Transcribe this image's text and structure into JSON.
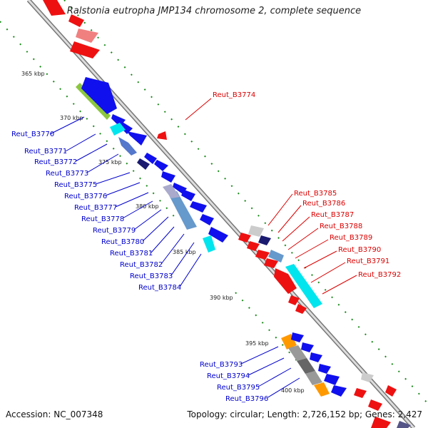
{
  "title": "Ralstonia eutropha JMP134 chromosome 2, complete sequence",
  "footer": {
    "accession": "Accession: NC_007348",
    "topology": "Topology: circular; Length: 2,726,152 bp; Genes: 2,427"
  },
  "colors": {
    "left_labels": "#0000cc",
    "right_labels": "#dd0000"
  },
  "scale": [
    "365 kbp",
    "370 kbp",
    "375 kbp",
    "380 kbp",
    "385 kbp",
    "390 kbp",
    "395 kbp",
    "400 kbp"
  ],
  "left_genes": [
    "Reut_B3770",
    "Reut_B3771",
    "Reut_B3772",
    "Reut_B3773",
    "Reut_B3775",
    "Reut_B3776",
    "Reut_B3777",
    "Reut_B3778",
    "Reut_B3779",
    "Reut_B3780",
    "Reut_B3781",
    "Reut_B3782",
    "Reut_B3783",
    "Reut_B3784",
    "Reut_B3793",
    "Reut_B3794",
    "Reut_B3795",
    "Reut_B3796"
  ],
  "right_genes": [
    "Reut_B3774",
    "Reut_B3785",
    "Reut_B3786",
    "Reut_B3787",
    "Reut_B3788",
    "Reut_B3789",
    "Reut_B3790",
    "Reut_B3791",
    "Reut_B3792"
  ]
}
